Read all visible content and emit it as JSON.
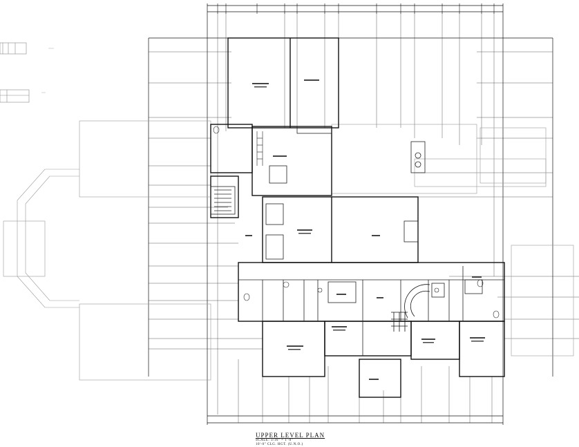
{
  "plan": {
    "title": "UPPER LEVEL PLAN",
    "scale": "SCALE: 3/16\" = 1'-0\"",
    "ceiling": "10'-0\" CLG. HGT. (U.N.O.)"
  }
}
